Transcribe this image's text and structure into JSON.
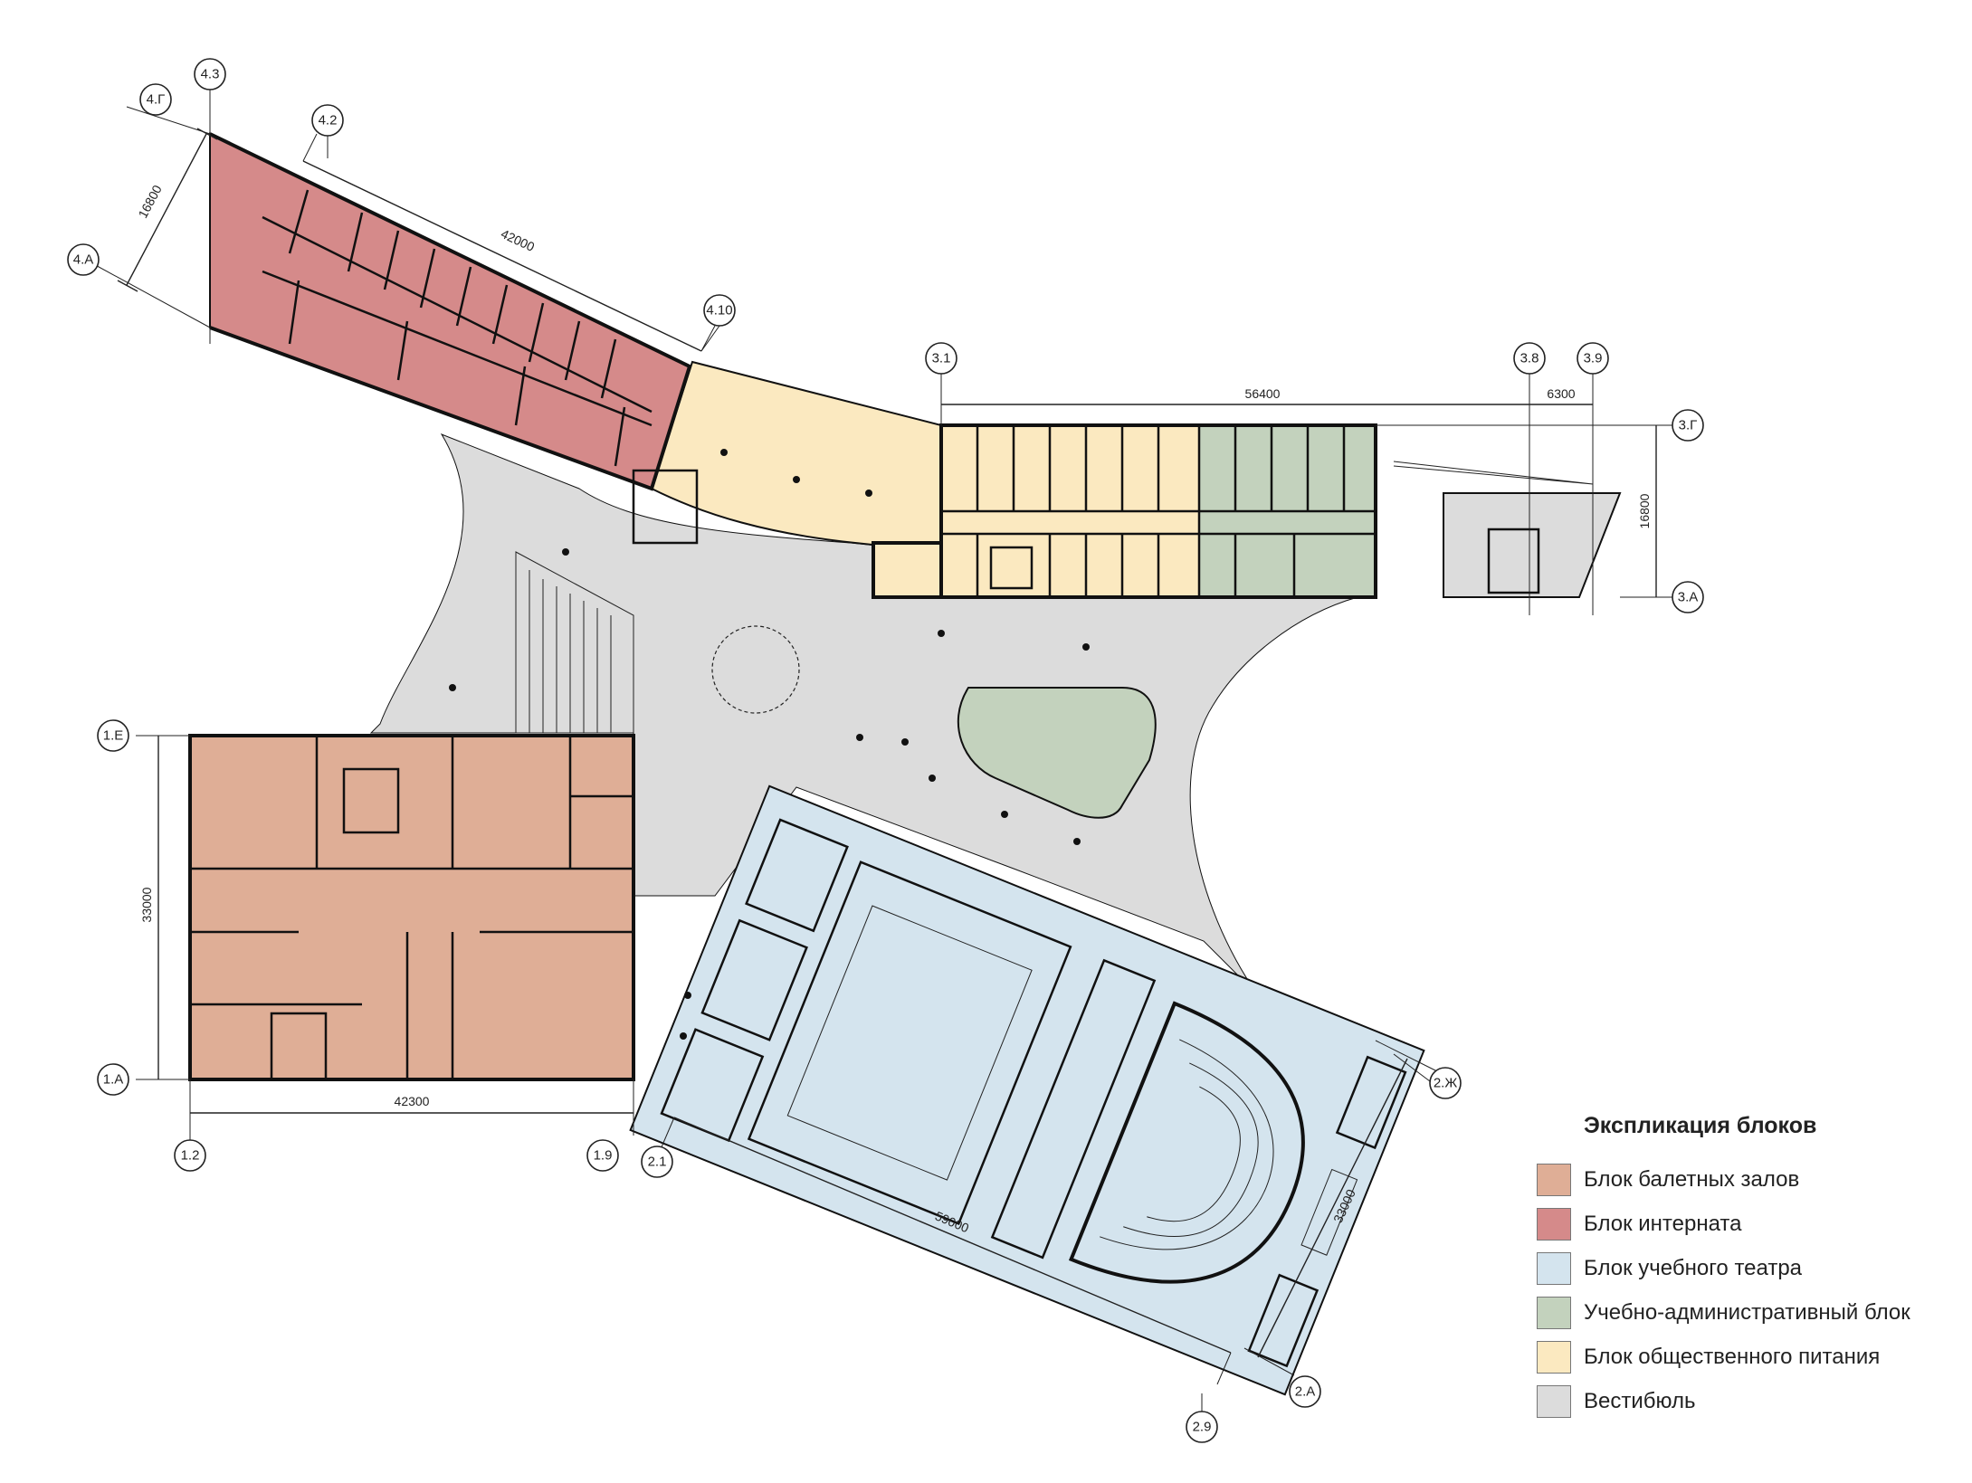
{
  "colors": {
    "ballet": "#dfae96",
    "internat": "#d58a8a",
    "theatre": "#d4e4ee",
    "admin": "#c3d2bd",
    "food": "#fbe9c0",
    "vestibule": "#dcdcdc"
  },
  "axes": {
    "a_4_3": "4.3",
    "a_4_G": "4.Г",
    "a_4_2": "4.2",
    "a_4_A": "4.А",
    "a_4_10": "4.10",
    "a_3_1": "3.1",
    "a_3_8": "3.8",
    "a_3_9": "3.9",
    "a_3_G": "3.Г",
    "a_3_A": "3.А",
    "a_1_E": "1.Е",
    "a_1_A": "1.А",
    "a_1_2": "1.2",
    "a_1_9": "1.9",
    "a_2_1": "2.1",
    "a_2_Zh": "2.Ж",
    "a_2_A": "2.А",
    "a_2_9": "2.9"
  },
  "dimensions": {
    "d_16800_left": "16800",
    "d_42000": "42000",
    "d_56400": "56400",
    "d_6300": "6300",
    "d_16800_right": "16800",
    "d_33000_left": "33000",
    "d_42300": "42300",
    "d_59000": "59000",
    "d_33000_right": "33000"
  },
  "legend": {
    "title": "Экспликация блоков",
    "items": [
      {
        "label": "Блок балетных залов",
        "color": "#dfae96"
      },
      {
        "label": "Блок интерната",
        "color": "#d58a8a"
      },
      {
        "label": "Блок учебного театра",
        "color": "#d4e4ee"
      },
      {
        "label": "Учебно-административный блок",
        "color": "#c3d2bd"
      },
      {
        "label": "Блок общественного питания",
        "color": "#fbe9c0"
      },
      {
        "label": "Вестибюль",
        "color": "#dcdcdc"
      }
    ]
  }
}
